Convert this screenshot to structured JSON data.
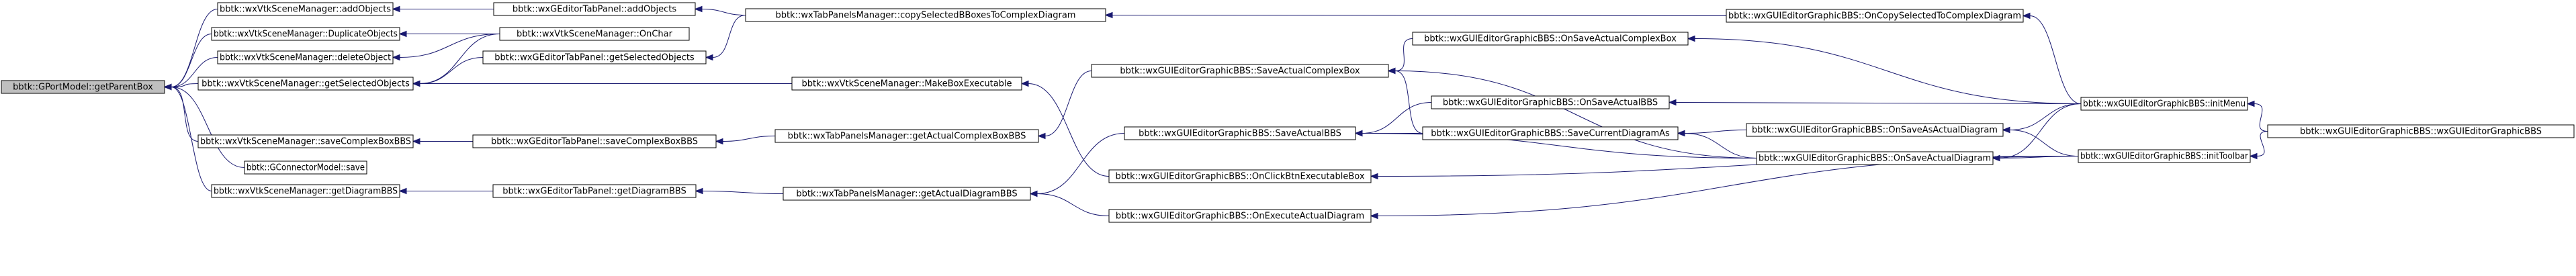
{
  "diagram": {
    "title": "",
    "colors": {
      "edge": "#191970",
      "root_fill": "#bfbfbf",
      "node_fill": "#ffffff",
      "node_border": "#000000"
    },
    "nodes": [
      {
        "id": "n0",
        "label": "bbtk::GPortModel::getParentBox",
        "root": true
      },
      {
        "id": "n1",
        "label": "bbtk::wxVtkSceneManager::addObjects"
      },
      {
        "id": "n2",
        "label": "bbtk::wxVtkSceneManager::DuplicateObjects"
      },
      {
        "id": "n3",
        "label": "bbtk::wxVtkSceneManager::deleteObject"
      },
      {
        "id": "n4",
        "label": "bbtk::wxVtkSceneManager::getSelectedObjects"
      },
      {
        "id": "n5",
        "label": "bbtk::wxVtkSceneManager::saveComplexBoxBBS"
      },
      {
        "id": "n6",
        "label": "bbtk::GConnectorModel::save"
      },
      {
        "id": "n7",
        "label": "bbtk::wxVtkSceneManager::getDiagramBBS"
      },
      {
        "id": "n8",
        "label": "bbtk::wxGEditorTabPanel::addObjects"
      },
      {
        "id": "n9",
        "label": "bbtk::wxVtkSceneManager::OnChar"
      },
      {
        "id": "n10",
        "label": "bbtk::wxGEditorTabPanel::getSelectedObjects"
      },
      {
        "id": "n11",
        "label": "bbtk::wxGEditorTabPanel::saveComplexBoxBBS"
      },
      {
        "id": "n12",
        "label": "bbtk::wxGEditorTabPanel::getDiagramBBS"
      },
      {
        "id": "n13",
        "label": "bbtk::wxTabPanelsManager::copySelectedBBoxesToComplexDiagram"
      },
      {
        "id": "n14",
        "label": "bbtk::wxVtkSceneManager::MakeBoxExecutable"
      },
      {
        "id": "n15",
        "label": "bbtk::wxTabPanelsManager::getActualComplexBoxBBS"
      },
      {
        "id": "n16",
        "label": "bbtk::wxTabPanelsManager::getActualDiagramBBS"
      },
      {
        "id": "n17",
        "label": "bbtk::wxGUIEditorGraphicBBS::SaveActualComplexBox"
      },
      {
        "id": "n18",
        "label": "bbtk::wxGUIEditorGraphicBBS::SaveActualBBS"
      },
      {
        "id": "n19",
        "label": "bbtk::wxGUIEditorGraphicBBS::OnClickBtnExecutableBox"
      },
      {
        "id": "n20",
        "label": "bbtk::wxGUIEditorGraphicBBS::OnExecuteActualDiagram"
      },
      {
        "id": "n21",
        "label": "bbtk::wxGUIEditorGraphicBBS::OnSaveActualComplexBox"
      },
      {
        "id": "n22",
        "label": "bbtk::wxGUIEditorGraphicBBS::OnSaveActualBBS"
      },
      {
        "id": "n23",
        "label": "bbtk::wxGUIEditorGraphicBBS::SaveCurrentDiagramAs"
      },
      {
        "id": "n24",
        "label": "bbtk::wxGUIEditorGraphicBBS::OnCopySelectedToComplexDiagram"
      },
      {
        "id": "n25",
        "label": "bbtk::wxGUIEditorGraphicBBS::OnSaveAsActualDiagram"
      },
      {
        "id": "n26",
        "label": "bbtk::wxGUIEditorGraphicBBS::OnSaveActualDiagram"
      },
      {
        "id": "n27",
        "label": "bbtk::wxGUIEditorGraphicBBS::initMenu"
      },
      {
        "id": "n28",
        "label": "bbtk::wxGUIEditorGraphicBBS::initToolbar"
      },
      {
        "id": "n29",
        "label": "bbtk::wxGUIEditorGraphicBBS::wxGUIEditorGraphicBBS"
      }
    ],
    "edges": [
      {
        "from": "n1",
        "to": "n0"
      },
      {
        "from": "n2",
        "to": "n0"
      },
      {
        "from": "n3",
        "to": "n0"
      },
      {
        "from": "n4",
        "to": "n0"
      },
      {
        "from": "n5",
        "to": "n0"
      },
      {
        "from": "n6",
        "to": "n0"
      },
      {
        "from": "n7",
        "to": "n0"
      },
      {
        "from": "n8",
        "to": "n1"
      },
      {
        "from": "n9",
        "to": "n2"
      },
      {
        "from": "n9",
        "to": "n3"
      },
      {
        "from": "n9",
        "to": "n4"
      },
      {
        "from": "n10",
        "to": "n4"
      },
      {
        "from": "n14",
        "to": "n4"
      },
      {
        "from": "n11",
        "to": "n5"
      },
      {
        "from": "n12",
        "to": "n7"
      },
      {
        "from": "n13",
        "to": "n8"
      },
      {
        "from": "n13",
        "to": "n10"
      },
      {
        "from": "n15",
        "to": "n11"
      },
      {
        "from": "n16",
        "to": "n12"
      },
      {
        "from": "n24",
        "to": "n13"
      },
      {
        "from": "n19",
        "to": "n14"
      },
      {
        "from": "n17",
        "to": "n15"
      },
      {
        "from": "n18",
        "to": "n16"
      },
      {
        "from": "n20",
        "to": "n16"
      },
      {
        "from": "n21",
        "to": "n17"
      },
      {
        "from": "n23",
        "to": "n17"
      },
      {
        "from": "n26",
        "to": "n17"
      },
      {
        "from": "n22",
        "to": "n18"
      },
      {
        "from": "n23",
        "to": "n18"
      },
      {
        "from": "n26",
        "to": "n18"
      },
      {
        "from": "n27",
        "to": "n21"
      },
      {
        "from": "n27",
        "to": "n22"
      },
      {
        "from": "n25",
        "to": "n23"
      },
      {
        "from": "n26",
        "to": "n23"
      },
      {
        "from": "n27",
        "to": "n24"
      },
      {
        "from": "n27",
        "to": "n25"
      },
      {
        "from": "n28",
        "to": "n25"
      },
      {
        "from": "n27",
        "to": "n26"
      },
      {
        "from": "n28",
        "to": "n26"
      },
      {
        "from": "n28",
        "to": "n19"
      },
      {
        "from": "n28",
        "to": "n20"
      },
      {
        "from": "n29",
        "to": "n27"
      },
      {
        "from": "n29",
        "to": "n28"
      }
    ]
  }
}
